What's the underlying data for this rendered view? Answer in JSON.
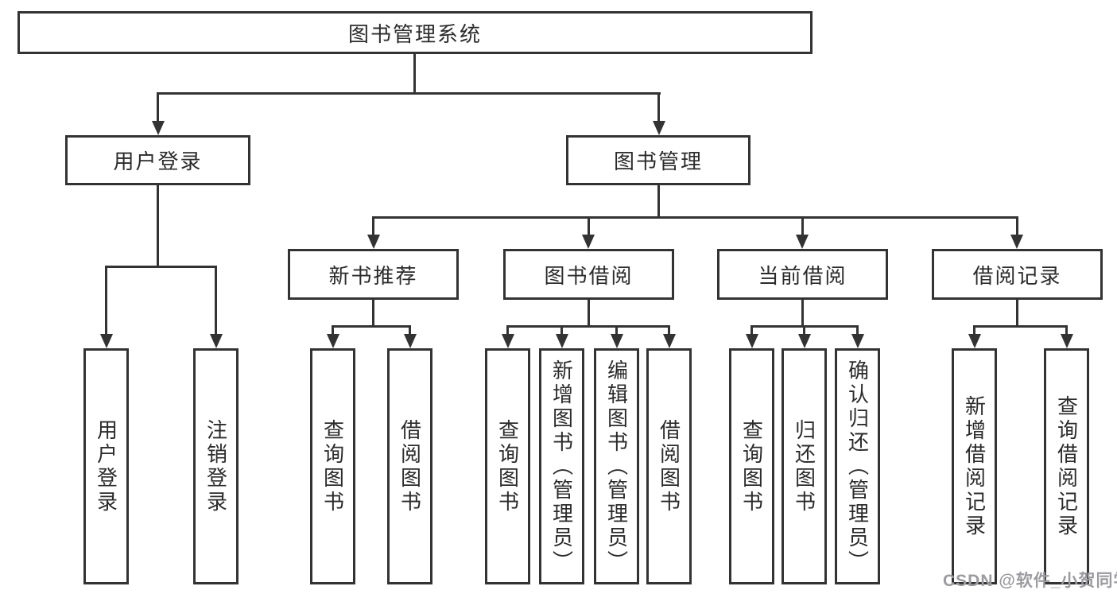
{
  "colors": {
    "line": "#333333",
    "text": "#2b2b2b",
    "watermark": "#9b9ba0",
    "background": "#ffffff"
  },
  "nodes": {
    "root": "图书管理系统",
    "user_login": "用户登录",
    "book_management": "图书管理",
    "new_book_recommend": "新书推荐",
    "book_borrow": "图书借阅",
    "current_borrow": "当前借阅",
    "borrow_record": "借阅记录",
    "a1": "用户登录",
    "a2": "注销登录",
    "b1": "查询图书",
    "b2": "借阅图书",
    "c1": "查询图书",
    "c2": "新增图书（管理员）",
    "c3": "编辑图书（管理员）",
    "c4": "借阅图书",
    "d1": "查询图书",
    "d2": "归还图书",
    "d3": "确认归还（管理员）",
    "e1": "新增借阅记录",
    "e2": "查询借阅记录"
  },
  "watermark": "CSDN @软件_小贺同学"
}
